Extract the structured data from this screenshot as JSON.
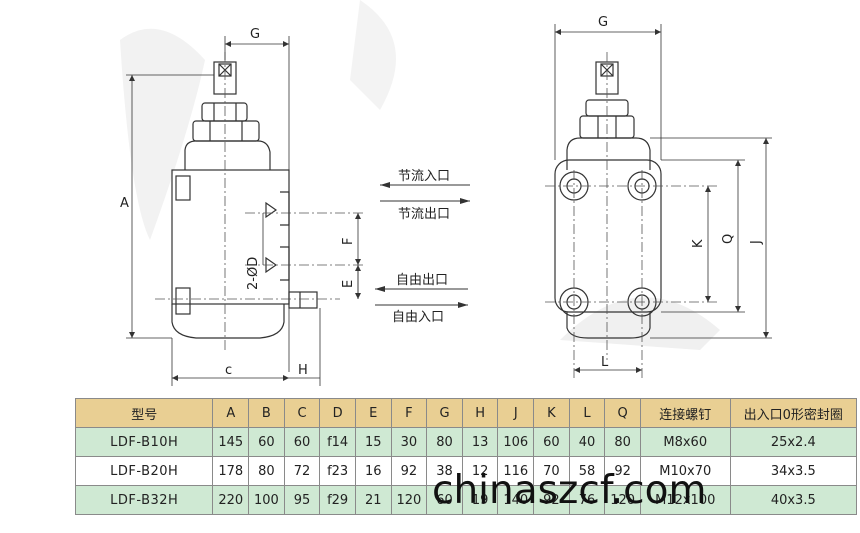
{
  "diagram": {
    "dims": {
      "G1": "G",
      "A": "A",
      "c": "c",
      "H": "H",
      "F": "F",
      "E": "E",
      "D": "2-ØD",
      "G2": "G",
      "K": "K",
      "Q": "Q",
      "J": "J",
      "L": "L"
    },
    "ports": [
      {
        "label": "节流入口",
        "direction": "left"
      },
      {
        "label": "节流出口",
        "direction": "right"
      },
      {
        "label": "自由出口",
        "direction": "left"
      },
      {
        "label": "自由入口",
        "direction": "right"
      }
    ]
  },
  "table": {
    "headers": [
      "型号",
      "A",
      "B",
      "C",
      "D",
      "E",
      "F",
      "G",
      "H",
      "J",
      "K",
      "L",
      "Q",
      "连接螺钉",
      "出入口0形密封圈"
    ],
    "rows": [
      [
        "LDF-B10H",
        "145",
        "60",
        "60",
        "f14",
        "15",
        "30",
        "80",
        "13",
        "106",
        "60",
        "40",
        "80",
        "M8x60",
        "25x2.4"
      ],
      [
        "LDF-B20H",
        "178",
        "80",
        "72",
        "f23",
        "16",
        "92",
        "38",
        "12",
        "116",
        "70",
        "58",
        "92",
        "M10x70",
        "34x3.5"
      ],
      [
        "LDF-B32H",
        "220",
        "100",
        "95",
        "f29",
        "21",
        "120",
        "60",
        "19",
        "140",
        "92",
        "76",
        "120",
        "M12x100",
        "40x3.5"
      ]
    ]
  },
  "watermark": "chinaszcf.com",
  "colors": {
    "header": "#e9cf93",
    "row_green": "#cfe9d3",
    "line": "#333333"
  }
}
